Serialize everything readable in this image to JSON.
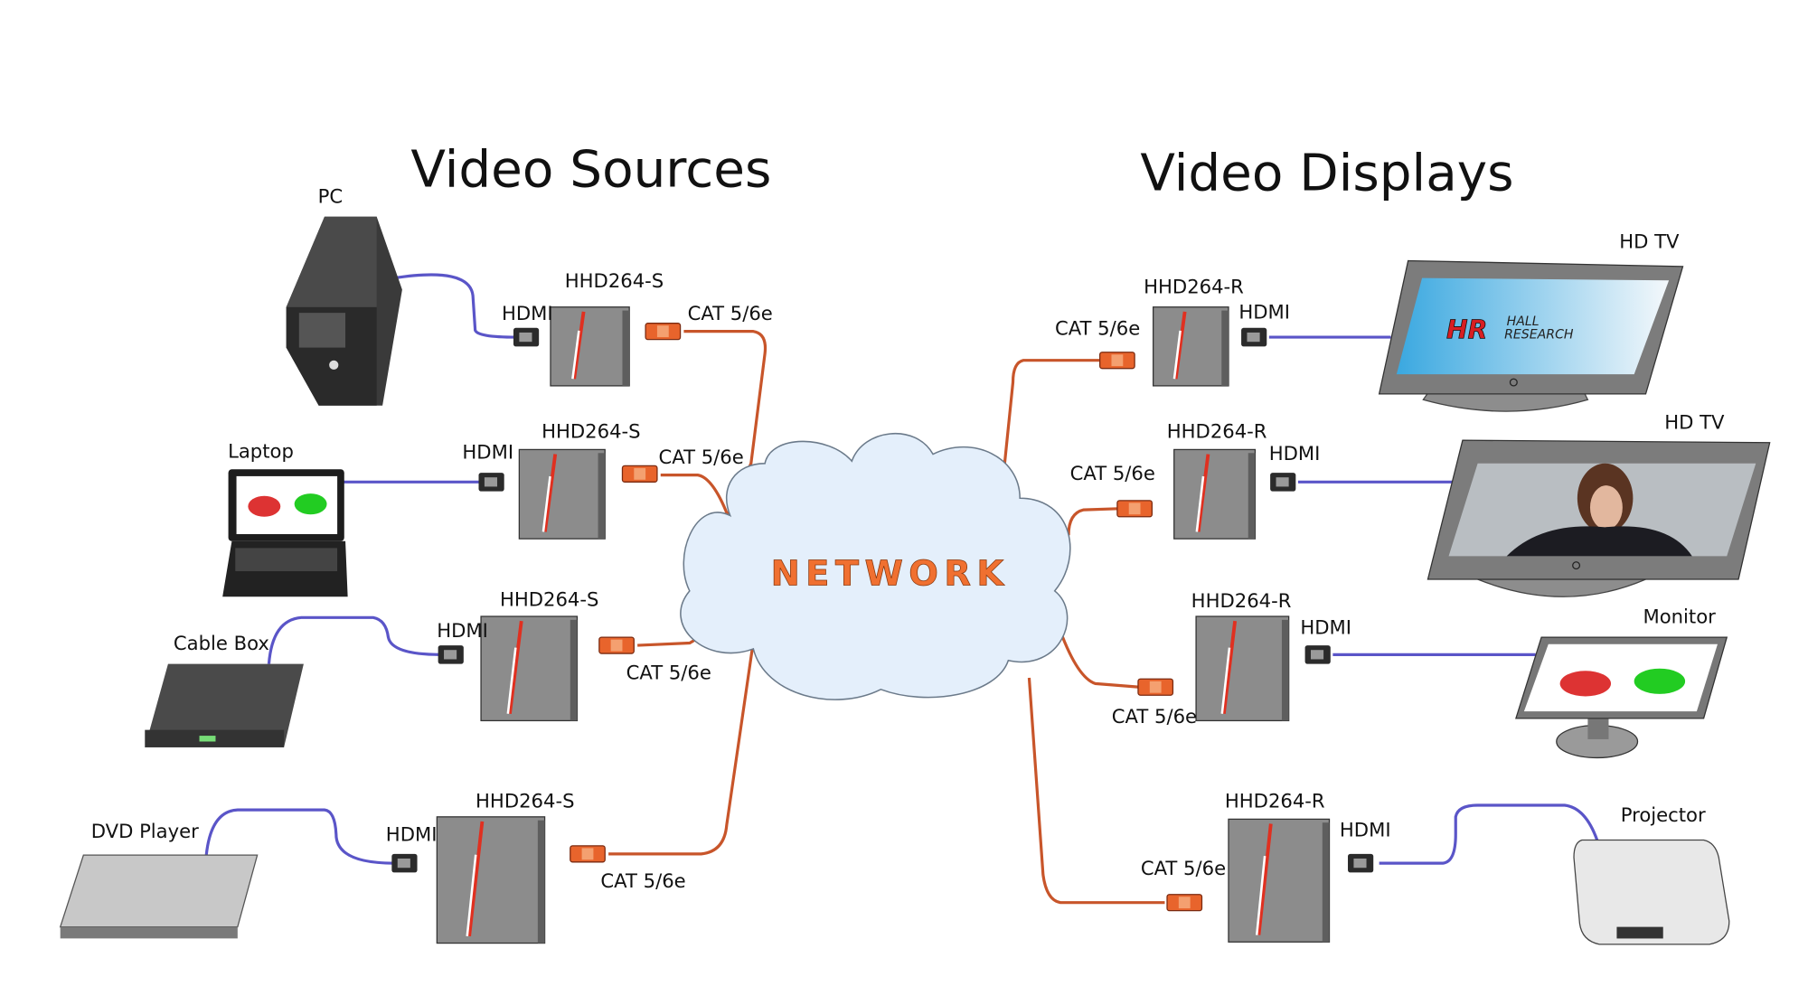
{
  "titles": {
    "sources": "Video Sources",
    "displays": "Video Displays"
  },
  "network": {
    "label": "NETWORK"
  },
  "sources": [
    {
      "name": "PC",
      "device": "HHD264-S",
      "input": "HDMI",
      "output": "CAT 5/6e"
    },
    {
      "name": "Laptop",
      "device": "HHD264-S",
      "input": "HDMI",
      "output": "CAT 5/6e"
    },
    {
      "name": "Cable Box",
      "device": "HHD264-S",
      "input": "HDMI",
      "output": "CAT 5/6e"
    },
    {
      "name": "DVD Player",
      "device": "HHD264-S",
      "input": "HDMI",
      "output": "CAT 5/6e"
    }
  ],
  "displays": [
    {
      "name": "HD TV",
      "device": "HHD264-R",
      "input": "CAT 5/6e",
      "output": "HDMI"
    },
    {
      "name": "HD TV",
      "device": "HHD264-R",
      "input": "CAT 5/6e",
      "output": "HDMI"
    },
    {
      "name": "Monitor",
      "device": "HHD264-R",
      "input": "CAT 5/6e",
      "output": "HDMI"
    },
    {
      "name": "Projector",
      "device": "HHD264-R",
      "input": "CAT 5/6e",
      "output": "HDMI"
    }
  ],
  "tv_logo": {
    "mark": "HR",
    "line1": "HALL",
    "line2": "RESEARCH"
  },
  "colors": {
    "hdmi_cable": "#5a55c8",
    "cat_cable": "#c8552a",
    "network_text": "#f07030",
    "cloud_fill": "#e4effb",
    "device_body": "#8c8c8c",
    "device_stripe": "#e03020"
  }
}
